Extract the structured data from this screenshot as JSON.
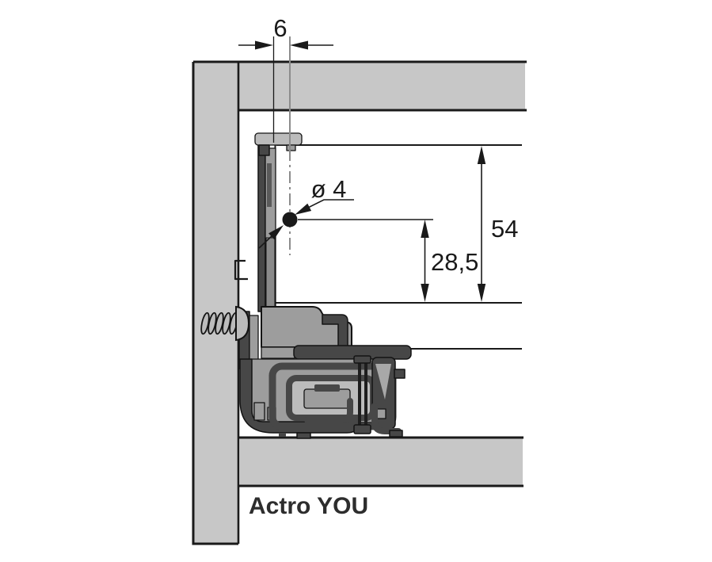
{
  "diagram": {
    "product_label": "Actro YOU",
    "dimensions": {
      "gap_width": "6",
      "hole_diameter": "ø 4",
      "total_height": "54",
      "hole_offset": "28,5"
    },
    "colors": {
      "background": "#ffffff",
      "panel": "#c7c7c7",
      "outline": "#141414",
      "line": "#1a1a1a",
      "centerline": "#8c8c8c",
      "mech_dark": "#474747",
      "mech_mid": "#9d9d9d",
      "mech_light": "#bcbcbc",
      "label": "#2d2d2d"
    }
  }
}
